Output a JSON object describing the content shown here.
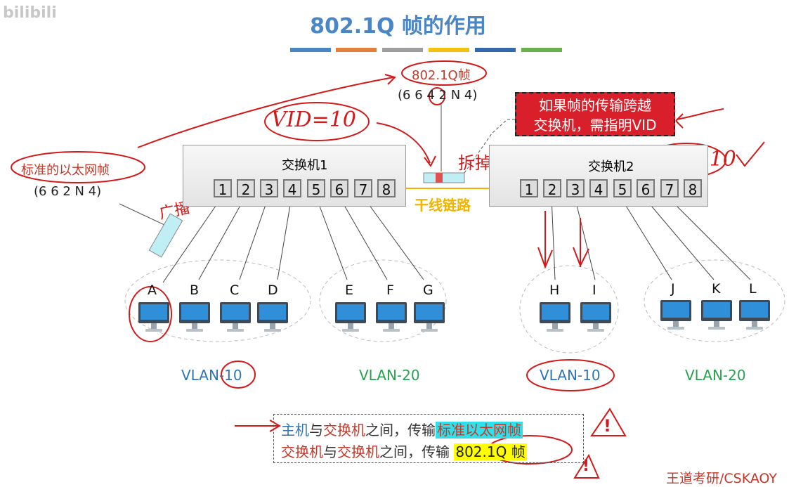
{
  "watermark": "bilibili",
  "title": "802.1Q 帧的作用",
  "title_bars": [
    "#4a86c5",
    "#e67e3b",
    "#9e9e9e",
    "#f4c20d",
    "#3567b0",
    "#6ab04c"
  ],
  "frame_8021q": {
    "label": "802.1Q帧",
    "fields": "(6 6 4 2 N 4)"
  },
  "frame_std": {
    "label": "标准的以太网帧",
    "fields": "(6 6 2 N 4)"
  },
  "callout": {
    "line1": "如果帧的传输跨越",
    "line2": "交换机，需指明VID"
  },
  "switches": [
    {
      "name": "交换机1",
      "ports": [
        "1",
        "2",
        "3",
        "4",
        "5",
        "6",
        "7",
        "8"
      ]
    },
    {
      "name": "交换机2",
      "ports": [
        "1",
        "2",
        "3",
        "4",
        "5",
        "6",
        "7",
        "8"
      ]
    }
  ],
  "trunk_label": "干线链路",
  "hosts": {
    "sw1_vlan10": [
      "A",
      "B",
      "C",
      "D"
    ],
    "sw1_vlan20": [
      "E",
      "F",
      "G"
    ],
    "sw2_vlan10": [
      "H",
      "I"
    ],
    "sw2_vlan20": [
      "J",
      "K",
      "L"
    ]
  },
  "vlan_labels": {
    "sw1_vlan10": "VLAN-10",
    "sw1_vlan20": "VLAN-20",
    "sw2_vlan10": "VLAN-10",
    "sw2_vlan20": "VLAN-20"
  },
  "notes": {
    "line1": {
      "a": "主机",
      "b": "与",
      "c": "交换机",
      "d": "之间，传输",
      "e": "标准以太网帧"
    },
    "line2": {
      "a": "交换机",
      "b": "与",
      "c": "交换机",
      "d": "之间，传输 ",
      "e": "802.1Q 帧"
    }
  },
  "handwriting": {
    "vid1": "VID=10",
    "vid2": "VID=10",
    "broadcast": "广播",
    "remove": "拆掉",
    "warning": "!"
  },
  "footer": "王道考研/CSKAOY",
  "colors": {
    "vlan10": "#2e74b5",
    "vlan20": "#2aa050",
    "ink": "#d21a1a",
    "trunk": "#f0b400"
  }
}
